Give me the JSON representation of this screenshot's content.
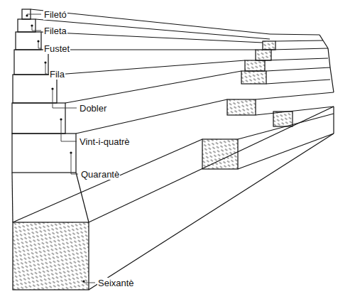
{
  "diagram": {
    "labels": [
      "Filetó",
      "Fileta",
      "Fustet",
      "Fila",
      "Dobler",
      "Vint-i-quatrè",
      "Quarantè",
      "Seixantè"
    ]
  }
}
